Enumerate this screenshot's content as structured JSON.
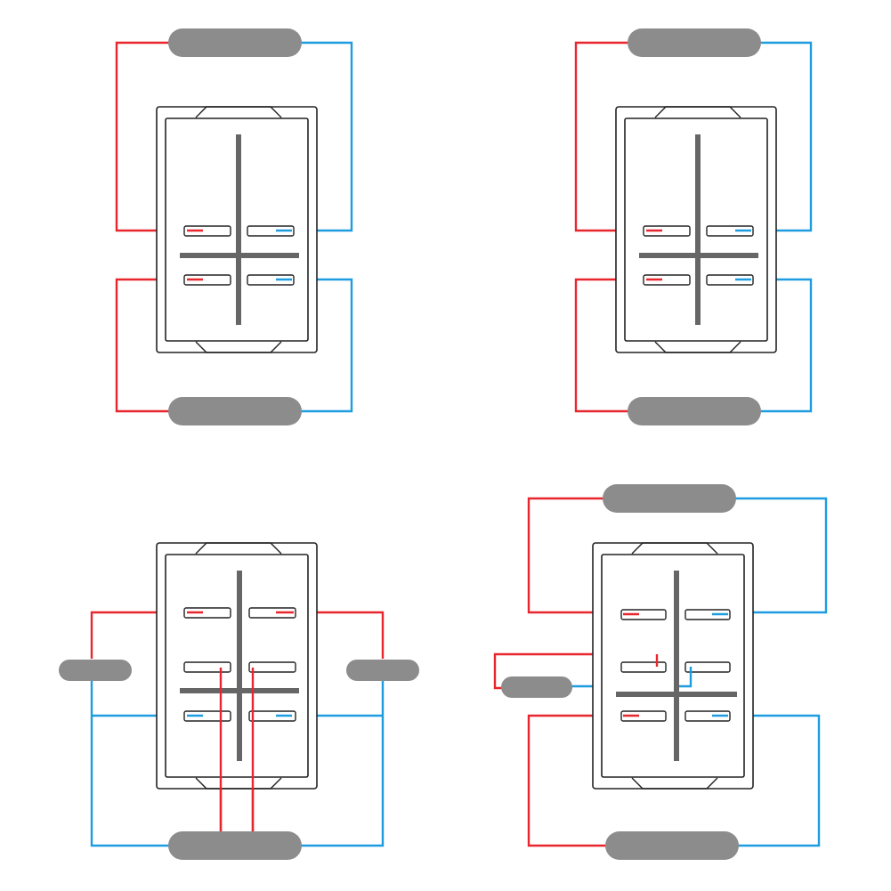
{
  "colors": {
    "positive_wire": "#e8262d",
    "negative_wire": "#1e9ce0",
    "load": "#8c8c8c",
    "cross": "#666666",
    "outline": "#222222"
  },
  "diagrams": [
    {
      "id": "top-left",
      "terminal_rows": 2,
      "variant": "two-load-vertical"
    },
    {
      "id": "top-right",
      "terminal_rows": 2,
      "variant": "two-load-vertical"
    },
    {
      "id": "bottom-left",
      "terminal_rows": 3,
      "variant": "three-load-side-bottom"
    },
    {
      "id": "bottom-right",
      "terminal_rows": 3,
      "variant": "three-load-mixed"
    }
  ]
}
